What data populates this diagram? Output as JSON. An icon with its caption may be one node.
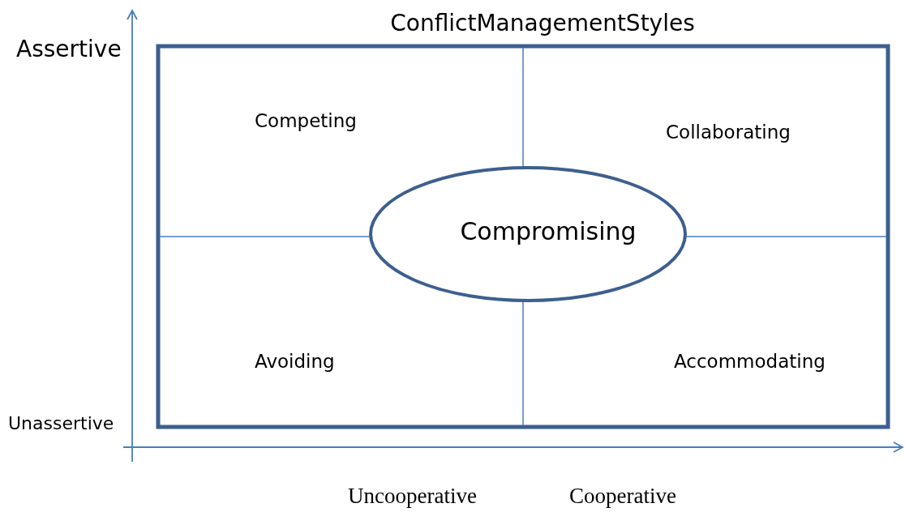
{
  "diagram": {
    "title": "ConflictManagementStyles",
    "nodes": [
      {
        "text": [
          "Compromising"
        ]
      }
    ],
    "labels": [
      "Assertive",
      "Competing",
      "Collaborating",
      "Avoiding",
      "Accommodating",
      "Unassertive",
      "Uncooperative",
      "Cooperative"
    ]
  }
}
